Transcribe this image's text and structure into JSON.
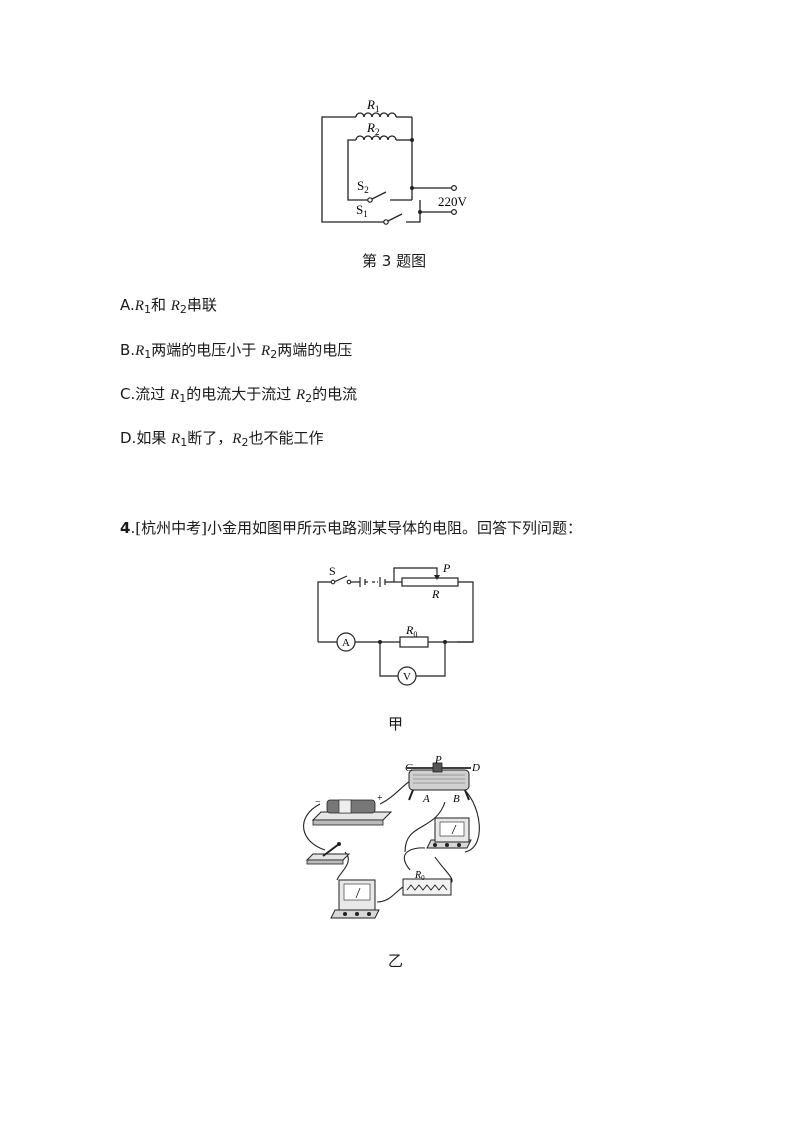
{
  "fig3": {
    "caption": "第 3 题图",
    "r1_letter": "R",
    "r1_sub": "1",
    "r2_letter": "R",
    "r2_sub": "2",
    "s2_letter": "S",
    "s2_sub": "2",
    "s1_letter": "S",
    "s1_sub": "1",
    "voltage": "220V"
  },
  "options": {
    "a": {
      "pre": "A.",
      "v1": "R",
      "s1": "1",
      "mid": "和 ",
      "v2": "R",
      "s2": "2",
      "post": "串联"
    },
    "b": {
      "pre": "B.",
      "v1": "R",
      "s1": "1",
      "mid": "两端的电压小于 ",
      "v2": "R",
      "s2": "2",
      "post": "两端的电压"
    },
    "c": {
      "pre": "C.流过 ",
      "v1": "R",
      "s1": "1",
      "mid": "的电流大于流过 ",
      "v2": "R",
      "s2": "2",
      "post": "的电流"
    },
    "d": {
      "pre": "D.如果 ",
      "v1": "R",
      "s1": "1",
      "mid": "断了，",
      "v2": "R",
      "s2": "2",
      "post": "也不能工作"
    }
  },
  "question4": {
    "number": "4",
    "source": "[杭州中考]",
    "text": "小金用如图甲所示电路测某导体的电阻。回答下列问题："
  },
  "fig_jia": {
    "caption": "甲",
    "switch_label": "S",
    "slider_label": "P",
    "rheostat_label": "R",
    "resistor_letter": "R",
    "resistor_sub": "0",
    "ammeter_label": "A",
    "voltmeter_label": "V"
  },
  "fig_yi": {
    "caption": "乙",
    "label_c": "C",
    "label_p": "P",
    "label_d": "D",
    "label_a": "A",
    "label_b": "B",
    "resistor_letter": "R",
    "resistor_sub": "0",
    "minus": "−",
    "plus": "+"
  }
}
